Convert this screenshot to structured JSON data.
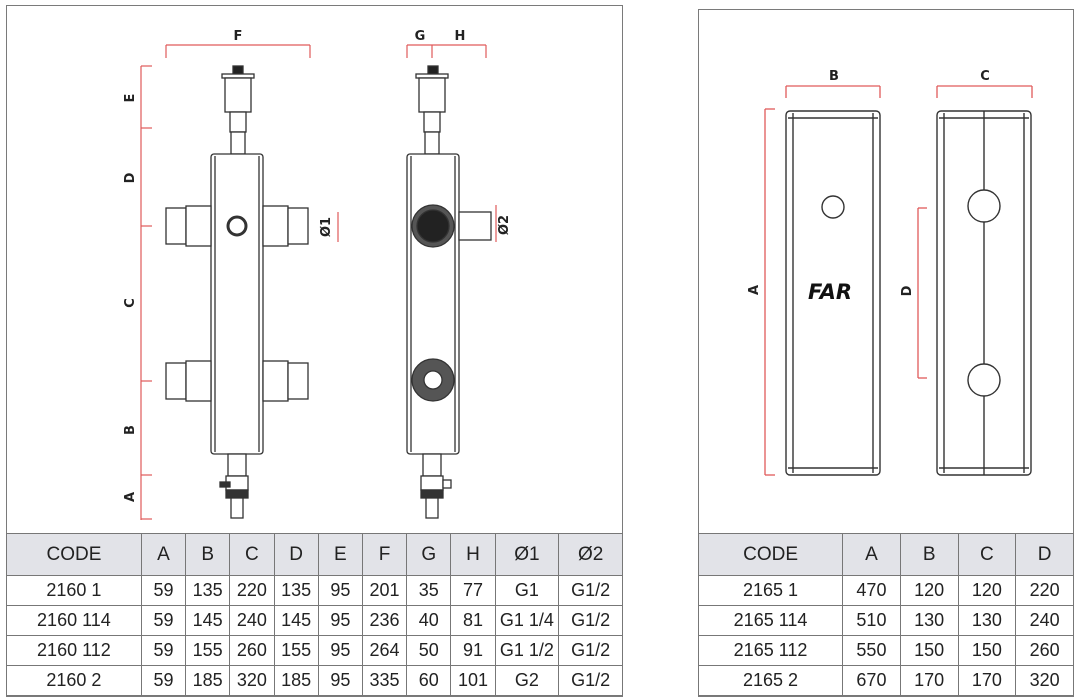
{
  "left_drawing": {
    "dimension_labels": {
      "F": "F",
      "G": "G",
      "H": "H",
      "E": "E",
      "D": "D",
      "C": "C",
      "B": "B",
      "A": "A",
      "d1": "Ø1",
      "d2": "Ø2"
    }
  },
  "right_drawing": {
    "dimension_labels": {
      "A": "A",
      "B": "B",
      "C": "C",
      "D": "D"
    },
    "logo_text": "FAR"
  },
  "table_left": {
    "headers": [
      "CODE",
      "A",
      "B",
      "C",
      "D",
      "E",
      "F",
      "G",
      "H",
      "Ø1",
      "Ø2"
    ],
    "rows": [
      [
        "2160 1",
        "59",
        "135",
        "220",
        "135",
        "95",
        "201",
        "35",
        "77",
        "G1",
        "G1/2"
      ],
      [
        "2160 114",
        "59",
        "145",
        "240",
        "145",
        "95",
        "236",
        "40",
        "81",
        "G1 1/4",
        "G1/2"
      ],
      [
        "2160 112",
        "59",
        "155",
        "260",
        "155",
        "95",
        "264",
        "50",
        "91",
        "G1 1/2",
        "G1/2"
      ],
      [
        "2160 2",
        "59",
        "185",
        "320",
        "185",
        "95",
        "335",
        "60",
        "101",
        "G2",
        "G1/2"
      ]
    ]
  },
  "table_right": {
    "headers": [
      "CODE",
      "A",
      "B",
      "C",
      "D"
    ],
    "rows": [
      [
        "2165 1",
        "470",
        "120",
        "120",
        "220"
      ],
      [
        "2165 114",
        "510",
        "130",
        "130",
        "240"
      ],
      [
        "2165 112",
        "550",
        "150",
        "150",
        "260"
      ],
      [
        "2165 2",
        "670",
        "170",
        "170",
        "320"
      ]
    ]
  },
  "colors": {
    "dimension_line": "#e05a5a",
    "outline": "#333333",
    "header_bg": "#e2e3e8",
    "border": "#777777"
  }
}
